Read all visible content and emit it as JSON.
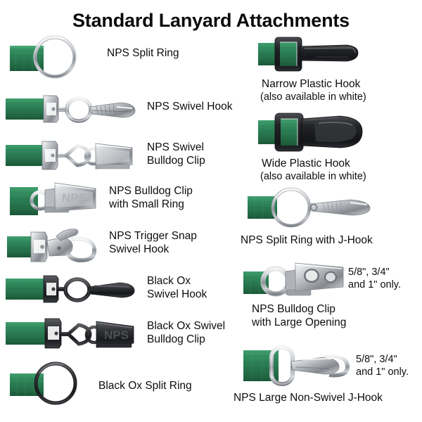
{
  "page": {
    "title": "Standard Lanyard Attachments",
    "background_color": "#ffffff",
    "text_color": "#0d0d0d",
    "strap_green": "#2d8057",
    "metal_silver": "#b9bcc0",
    "black_ox": "#2b2b2d",
    "plastic_black": "#1c1c1e"
  },
  "left_column": [
    {
      "id": "nps-split-ring",
      "label": "NPS Split Ring",
      "art": "split-ring-silver"
    },
    {
      "id": "nps-swivel-hook",
      "label": "NPS Swivel Hook",
      "art": "swivel-hook-silver"
    },
    {
      "id": "nps-swivel-bulldog-clip",
      "label": "NPS Swivel\nBulldog Clip",
      "art": "swivel-bulldog-silver"
    },
    {
      "id": "nps-bulldog-clip-small-ring",
      "label": "NPS Bulldog Clip\nwith Small Ring",
      "art": "bulldog-small-ring-silver"
    },
    {
      "id": "nps-trigger-snap-swivel-hook",
      "label": "NPS Trigger Snap\nSwivel Hook",
      "art": "trigger-snap-silver"
    },
    {
      "id": "black-ox-swivel-hook",
      "label": "Black Ox\nSwivel Hook",
      "art": "swivel-hook-blackox"
    },
    {
      "id": "black-ox-swivel-bulldog-clip",
      "label": "Black Ox Swivel\nBulldog Clip",
      "art": "swivel-bulldog-blackox"
    },
    {
      "id": "black-ox-split-ring",
      "label": "Black Ox Split Ring",
      "art": "split-ring-blackox"
    }
  ],
  "right_column": [
    {
      "id": "narrow-plastic-hook",
      "label": "Narrow Plastic Hook",
      "sublabel": "(also available in white)",
      "note": "",
      "art": "narrow-plastic-hook"
    },
    {
      "id": "wide-plastic-hook",
      "label": "Wide Plastic Hook",
      "sublabel": "(also available in white)",
      "note": "",
      "art": "wide-plastic-hook"
    },
    {
      "id": "nps-split-ring-j-hook",
      "label": "NPS Split Ring with J-Hook",
      "sublabel": "",
      "note": "",
      "art": "split-ring-j-hook"
    },
    {
      "id": "nps-bulldog-clip-large-opening",
      "label": "NPS Bulldog Clip\nwith Large Opening",
      "sublabel": "",
      "note": "5/8\", 3/4\"\nand 1\" only.",
      "art": "bulldog-large-opening"
    },
    {
      "id": "nps-large-non-swivel-j-hook",
      "label": "NPS Large Non-Swivel J-Hook",
      "sublabel": "",
      "note": "5/8\", 3/4\"\nand 1\" only.",
      "art": "large-non-swivel-j-hook"
    }
  ]
}
